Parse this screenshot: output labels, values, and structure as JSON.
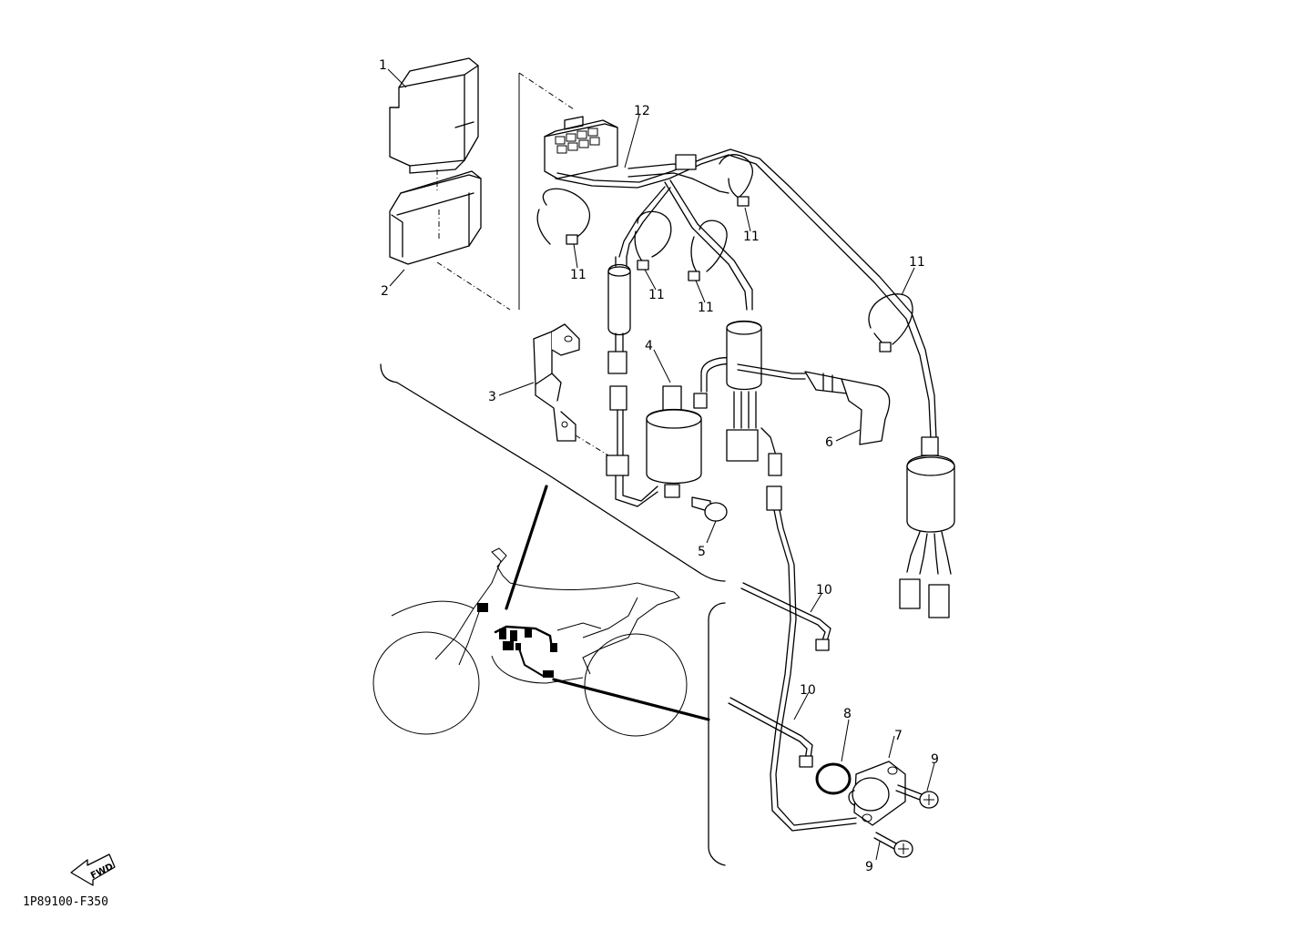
{
  "diagram": {
    "callouts": {
      "c1": "1",
      "c2": "2",
      "c3": "3",
      "c4": "4",
      "c5": "5",
      "c6": "6",
      "c7": "7",
      "c8": "8",
      "c9a": "9",
      "c9b": "9",
      "c10a": "10",
      "c10b": "10",
      "c11a": "11",
      "c11b": "11",
      "c11c": "11",
      "c11d": "11",
      "c11e": "11",
      "c12": "12"
    },
    "fwd_label": "FWD",
    "reference_code": "1P89100-F350"
  }
}
